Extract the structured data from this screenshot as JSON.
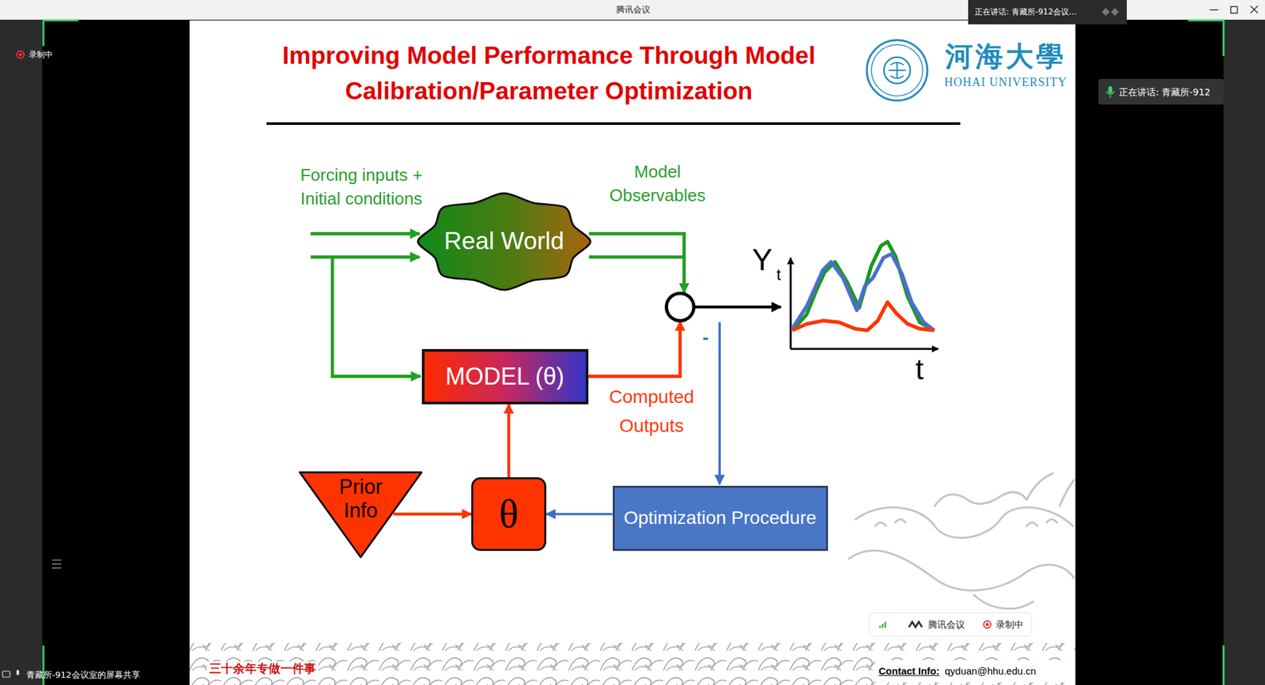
{
  "diagram": {
    "title": "Improving Model Performance Through Model Calibration/Parameter Optimization",
    "nodes": [
      {
        "text": [
          "Real World"
        ]
      },
      {
        "text": [
          "MODEL (θ)"
        ]
      },
      {
        "text": [
          "Prior Info"
        ]
      },
      {
        "text": [
          "θ"
        ]
      },
      {
        "text": [
          "Optimization Procedure"
        ]
      }
    ],
    "edges": [
      {
        "from": 3,
        "to": 1,
        "arrow": "to"
      },
      {
        "from": 2,
        "to": 3,
        "arrow": "to"
      },
      {
        "from": 4,
        "to": 3,
        "arrow": "to"
      }
    ],
    "labels": [
      "腾讯会议",
      "正在讲话: 青藏所-912会议...",
      "录制中",
      "正在讲话: 青藏所-912",
      "河海大學",
      "HOHAI UNIVERSITY",
      "Forcing inputs + Initial conditions",
      "Model Observables",
      "Computed Outputs",
      "-",
      "Y",
      "t",
      "t",
      "腾讯会议",
      "录制中",
      "三十余年专做一件事",
      "Contact Info:",
      "qyduan@hhu.edu.cn",
      "青藏所-912会议室的屏幕共享"
    ]
  }
}
